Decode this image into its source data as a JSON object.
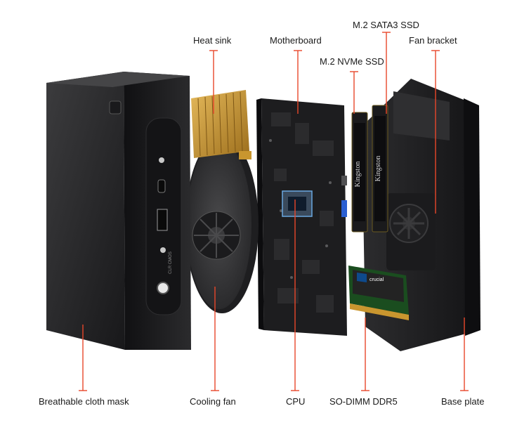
{
  "labels": {
    "heat_sink": "Heat sink",
    "motherboard": "Motherboard",
    "sata_ssd": "M.2 SATA3 SSD",
    "fan_bracket": "Fan bracket",
    "nvme_ssd": "M.2 NVMe SSD",
    "cloth_mask": "Breathable cloth mask",
    "cooling_fan": "Cooling fan",
    "cpu": "CPU",
    "ram": "SO-DIMM DDR5",
    "base_plate": "Base plate"
  },
  "ssd_brand": "Kingston",
  "ram_brand": "crucial",
  "port_text": "CLR CMOS",
  "colors": {
    "leader_line": "#e8462a",
    "chassis": "#2a2a2c",
    "fan_blade": "#3a3a3c",
    "heat_sink": "#c9962f",
    "pcb": "#1d1d1f",
    "ram_pcb": "#1a4d1f"
  }
}
